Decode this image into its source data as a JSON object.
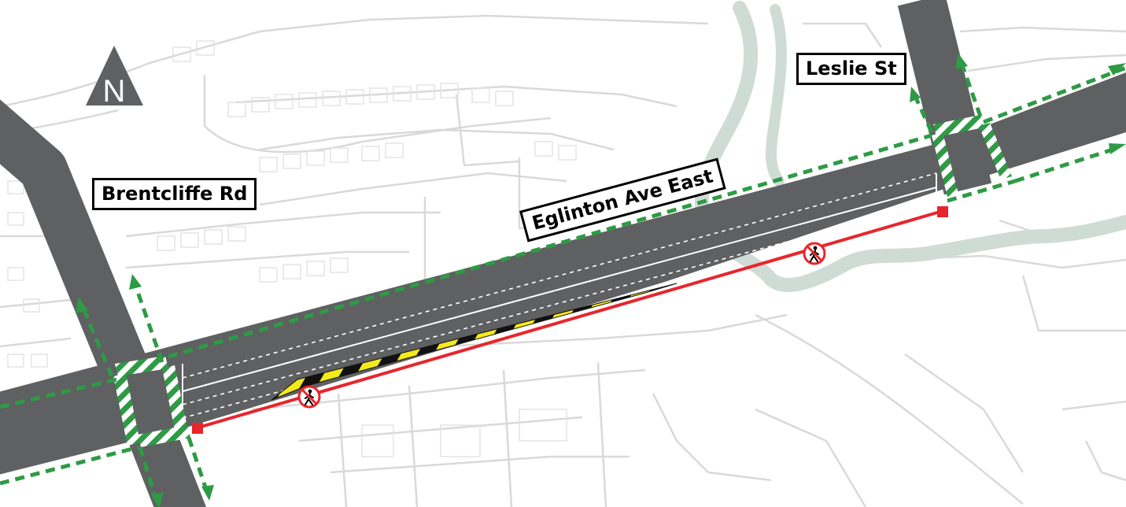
{
  "map": {
    "labels": {
      "brentcliffe": "Brentcliffe Rd",
      "leslie": "Leslie St",
      "eglinton": "Eglinton Ave East"
    },
    "north_arrow": {
      "letter": "N"
    },
    "colors": {
      "road": "#5f6062",
      "river": "#cfdcd6",
      "background_streets": "#d7d7d7",
      "pedestrian_route": "#2e9a45",
      "closure_line": "#e8252c",
      "hazard_yellow": "#f4ea1a",
      "hazard_black": "#111111"
    },
    "icons": [
      "no-pedestrian-icon",
      "north-arrow-icon"
    ]
  }
}
